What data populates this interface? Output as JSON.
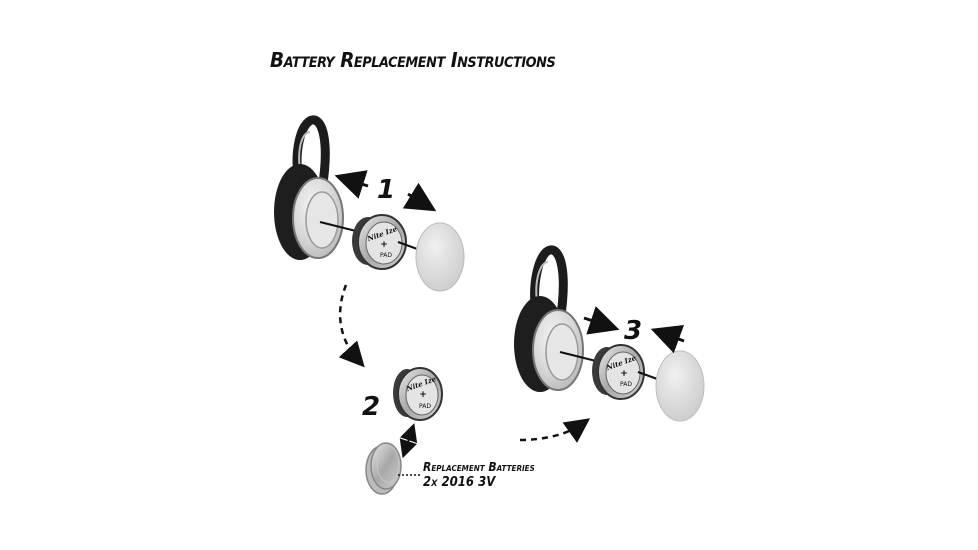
{
  "diagram": {
    "title": "Battery Replacement Instructions",
    "steps": [
      "1",
      "2",
      "3"
    ],
    "note": {
      "line1": "Replacement Batteries",
      "line2": "2x 2016 3V"
    },
    "module_label": "Nite Ize",
    "module_code": "PAD",
    "colors": {
      "ink": "#111111",
      "housing_dark": "#1e1e1e",
      "lens": "#d6d6d6",
      "metal": "#9a9a9a"
    }
  }
}
